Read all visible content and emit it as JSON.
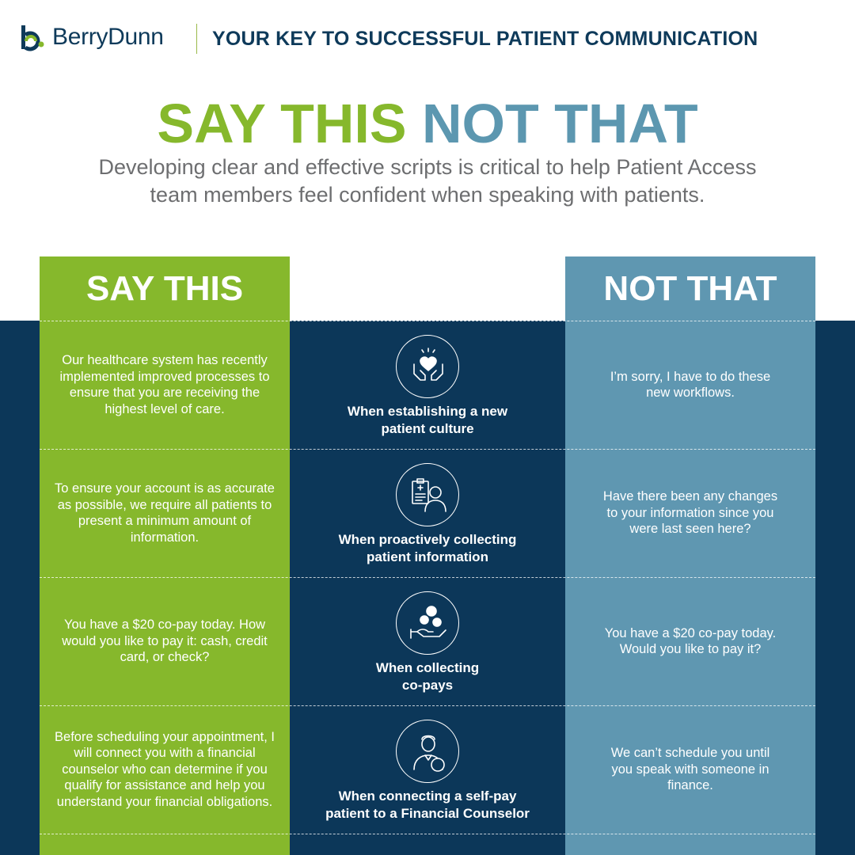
{
  "header": {
    "brand": "BerryDunn",
    "tagline": "YOUR KEY TO SUCCESSFUL PATIENT COMMUNICATION"
  },
  "hero": {
    "title_say": "SAY THIS",
    "title_not": "NOT THAT",
    "subtitle_line1": "Developing clear and effective scripts is critical to help Patient Access",
    "subtitle_line2": "team members feel confident when speaking with patients."
  },
  "columns": {
    "say_header": "SAY THIS",
    "not_header": "NOT THAT"
  },
  "rows": [
    {
      "say": "Our healthcare system has recently implemented improved processes to ensure that you are receiving the highest level of care.",
      "situation": "When establishing a new patient culture",
      "icon": "heart-hands-icon",
      "not": "I’m sorry, I have to do these new workflows."
    },
    {
      "say": "To ensure your account is as accurate as possible, we require all patients to present a minimum amount of information.",
      "situation": "When proactively collecting patient information",
      "icon": "patient-clipboard-icon",
      "not": "Have there been any changes to your information since you were last seen here?"
    },
    {
      "say": "You have a $20 co-pay today. How would you like to pay it: cash, credit card, or check?",
      "situation": "When collecting co-pays",
      "icon": "hand-coins-icon",
      "not": "You have a $20 co-pay today. Would you like to pay it?"
    },
    {
      "say": "Before scheduling your appointment, I will connect you with a financial counselor who can determine if you qualify for assistance and help you understand your financial obligations.",
      "situation": "When connecting a self-pay patient to a Financial Counselor",
      "icon": "counselor-dollar-icon",
      "not": "We can’t schedule you until you speak with someone in finance."
    }
  ],
  "colors": {
    "green": "#86b82c",
    "blue": "#5f97b1",
    "navy": "#0c3759",
    "gray_text": "#6d6e70"
  }
}
